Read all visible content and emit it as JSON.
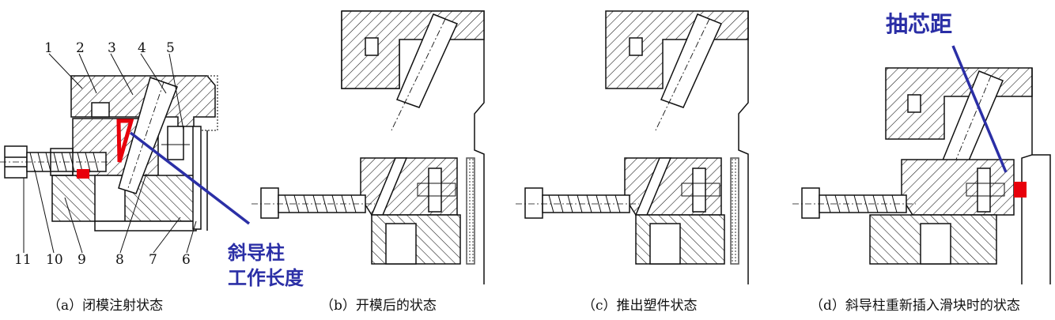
{
  "panels": [
    {
      "id": "a",
      "caption": "（a）闭模注射状态"
    },
    {
      "id": "b",
      "caption": "（b）开模后的状态"
    },
    {
      "id": "c",
      "caption": "（c）推出塑件状态"
    },
    {
      "id": "d",
      "caption": "（d）斜导柱重新插入滑块时的状态"
    }
  ],
  "part_numbers_top": [
    "1",
    "2",
    "3",
    "4",
    "5"
  ],
  "part_numbers_bottom": [
    "11",
    "10",
    "9",
    "8",
    "7",
    "6"
  ],
  "annotations": {
    "working_length_line1": "斜导柱",
    "working_length_line2": "工作长度",
    "core_pull_distance": "抽芯距"
  },
  "colors": {
    "line": "#111111",
    "highlight": "#e8000b",
    "annotation": "#2b2fa6"
  }
}
